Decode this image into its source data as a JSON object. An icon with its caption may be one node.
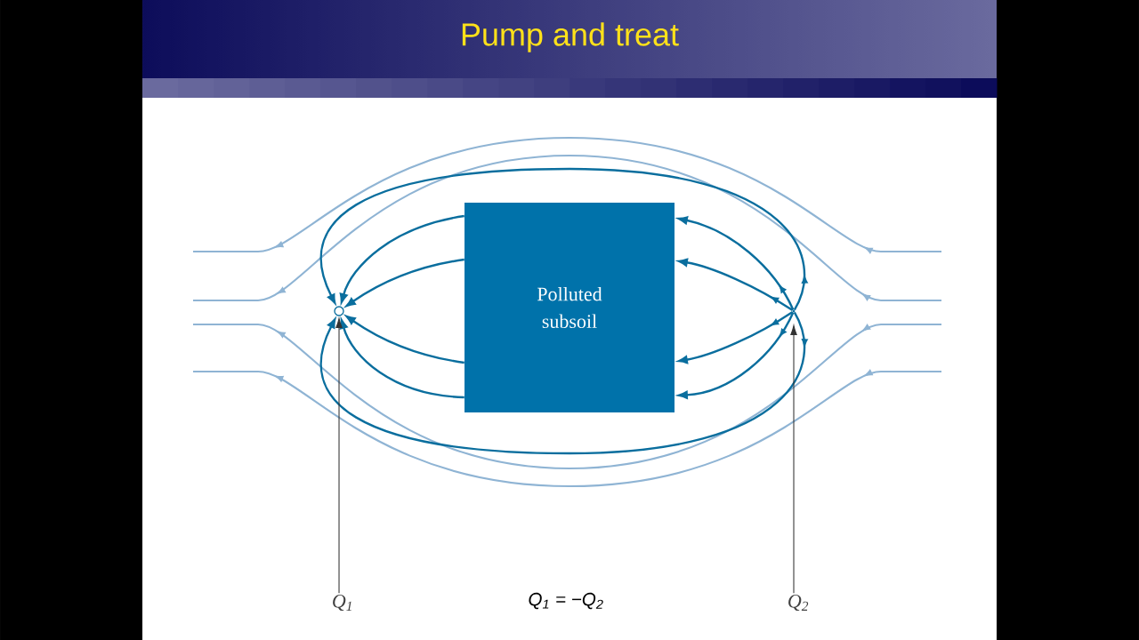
{
  "diagram": {
    "title": "Pump and treat",
    "nodes": [
      {
        "text": [
          "Polluted subsoil"
        ]
      },
      {
        "text": [],
        "shape": "circle"
      },
      {
        "text": [],
        "shape": "point"
      },
      {
        "text": [
          "Q$_{1}$"
        ]
      },
      {
        "text": [
          "Q$_{2}$"
        ]
      }
    ],
    "edges": [
      {
        "from": 2,
        "to": 1,
        "arrow": "to"
      },
      {
        "from": 2,
        "to": 1,
        "arrow": "to"
      },
      {
        "from": 2,
        "to": 0,
        "arrow": "to"
      },
      {
        "from": 2,
        "to": 0,
        "arrow": "to"
      },
      {
        "from": 2,
        "to": 0,
        "arrow": "to"
      },
      {
        "from": 2,
        "to": 0,
        "arrow": "to"
      },
      {
        "from": 0,
        "to": 1,
        "arrow": "to"
      },
      {
        "from": 0,
        "to": 1,
        "arrow": "to"
      },
      {
        "from": 0,
        "to": 1,
        "arrow": "to"
      },
      {
        "from": 0,
        "to": 1,
        "arrow": "to"
      },
      {
        "from": 3,
        "to": 1,
        "arrow": "to",
        "color": "#333333"
      },
      {
        "from": 4,
        "to": 2,
        "arrow": "to",
        "color": "#333333"
      }
    ],
    "labels": [
      "Q$_{1}$ = −Q$_{2}$"
    ]
  }
}
